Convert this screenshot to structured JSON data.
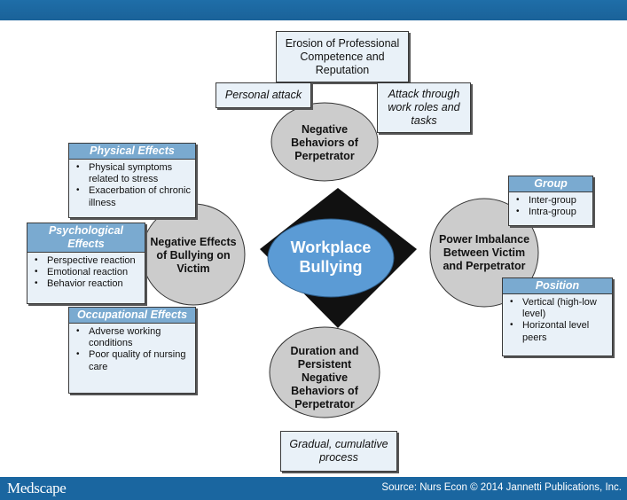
{
  "diagram": {
    "center": "Workplace Bullying",
    "nodes": {
      "top": "Negative Behaviors of Perpetrator",
      "right": "Power Imbalance Between Victim and Perpetrator",
      "bottom": "Duration and Persistent Negative Behaviors of Perpetrator",
      "left": "Negative Effects of Bullying on Victim"
    },
    "top_boxes": {
      "erosion": "Erosion of Professional Competence and Reputation",
      "personal_attack": "Personal attack",
      "work_roles": "Attack through work roles and tasks"
    },
    "bottom_box": "Gradual, cumulative process",
    "left_boxes": [
      {
        "title": "Physical Effects",
        "items": [
          "Physical symptoms related to stress",
          "Exacerbation of chronic illness"
        ]
      },
      {
        "title": "Psychological Effects",
        "items": [
          "Perspective reaction",
          "Emotional reaction",
          "Behavior reaction"
        ]
      },
      {
        "title": "Occupational Effects",
        "items": [
          "Adverse working conditions",
          "Poor quality of nursing care"
        ]
      }
    ],
    "right_boxes": [
      {
        "title": "Group",
        "items": [
          "Inter-group",
          "Intra-group"
        ]
      },
      {
        "title": "Position",
        "items": [
          "Vertical (high-low level)",
          "Horizontal level peers"
        ]
      }
    ]
  },
  "footer": {
    "brand": "Medscape",
    "source": "Source: Nurs Econ © 2014 Jannetti Publications, Inc."
  },
  "colors": {
    "bar": "#1a66a0",
    "center_fill": "#5b9bd5",
    "node_fill": "#cccccc",
    "box_fill": "#e9f1f8",
    "header_fill": "#7aaad0",
    "diamond": "#111111"
  }
}
